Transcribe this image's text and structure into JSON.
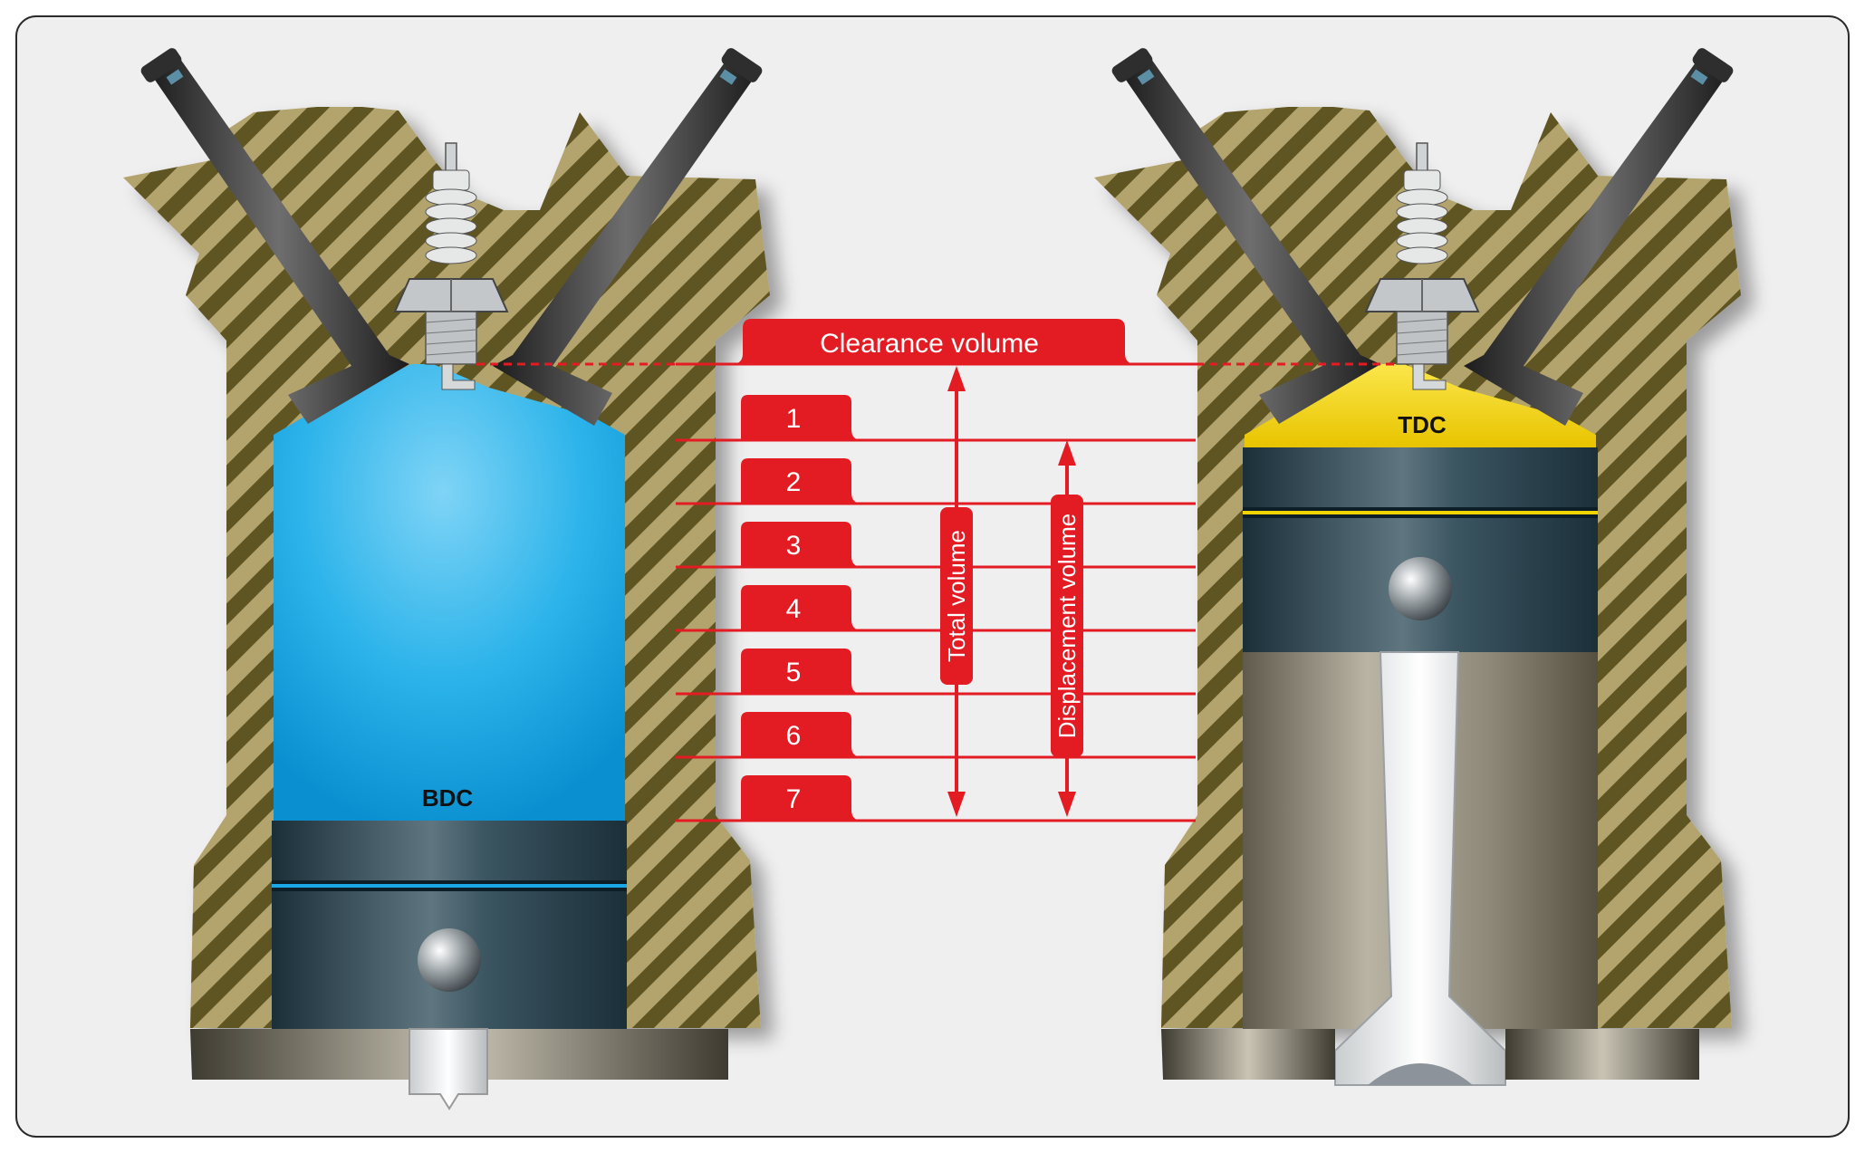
{
  "left_cylinder": {
    "position_label": "BDC"
  },
  "right_cylinder": {
    "position_label": "TDC"
  },
  "clearance_label": "Clearance volume",
  "divisions": [
    "1",
    "2",
    "3",
    "4",
    "5",
    "6",
    "7"
  ],
  "total_volume_label": "Total volume",
  "displacement_volume_label": "Displacement volume",
  "colors": {
    "red": "#e31b23",
    "blue_charge": "#1aa9e6",
    "yellow_charge": "#f2d400",
    "piston": "#2b4552",
    "wall_dark": "#5e5424",
    "wall_light": "#b3a36c",
    "background": "#efeff0"
  }
}
